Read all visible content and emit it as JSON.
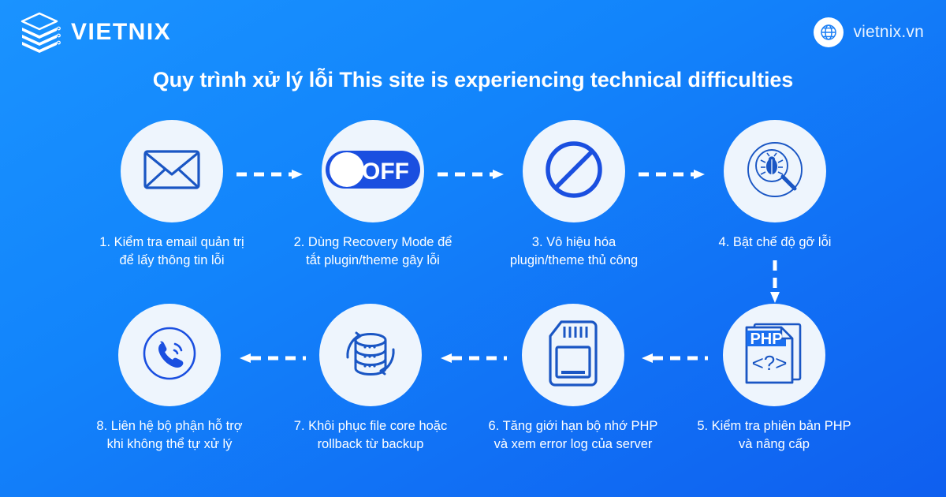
{
  "brand": {
    "logo_icon": "stacked-server-layers-icon",
    "name": "VIETNIX",
    "site_icon": "globe-icon",
    "site_url": "vietnix.vn"
  },
  "title": "Quy trình xử lý lỗi This site is experiencing technical difficulties",
  "colors": {
    "background_top": "#1a93ff",
    "background_bottom": "#0f5fef",
    "bubble_fill": "#eef5fd",
    "icon_stroke": "#1a56c4",
    "accent": "#1a5fe0",
    "text": "#ffffff"
  },
  "steps": [
    {
      "number": "1",
      "icon": "envelope-icon",
      "caption": "1. Kiểm tra email quản trị\nđể lấy thông tin lỗi"
    },
    {
      "number": "2",
      "icon": "toggle-off-icon",
      "toggle_label": "OFF",
      "caption": "2. Dùng Recovery Mode để\ntắt plugin/theme gây lỗi"
    },
    {
      "number": "3",
      "icon": "prohibited-circle-icon",
      "caption": "3. Vô hiệu hóa\nplugin/theme thủ công"
    },
    {
      "number": "4",
      "icon": "bug-magnifier-icon",
      "caption": "4. Bật chế độ gỡ lỗi"
    },
    {
      "number": "5",
      "icon": "php-file-icon",
      "icon_label": "PHP",
      "icon_code": "<?>",
      "caption": "5. Kiểm tra phiên bản PHP\nvà nâng cấp"
    },
    {
      "number": "6",
      "icon": "memory-card-icon",
      "caption": "6. Tăng giới hạn bộ nhớ PHP\nvà xem error log của server"
    },
    {
      "number": "7",
      "icon": "database-restore-icon",
      "caption": "7. Khôi phục file core hoặc\nrollback từ backup"
    },
    {
      "number": "8",
      "icon": "phone-support-icon",
      "caption": "8. Liên hệ bộ phận hỗ trợ\nkhi không thể tự xử lý"
    }
  ],
  "connectors": [
    {
      "name": "arrow-step1-to-step2",
      "direction": "right"
    },
    {
      "name": "arrow-step2-to-step3",
      "direction": "right"
    },
    {
      "name": "arrow-step3-to-step4",
      "direction": "right"
    },
    {
      "name": "arrow-step4-to-step5",
      "direction": "down"
    },
    {
      "name": "arrow-step5-to-step6",
      "direction": "left"
    },
    {
      "name": "arrow-step6-to-step7",
      "direction": "left"
    },
    {
      "name": "arrow-step7-to-step8",
      "direction": "left"
    }
  ]
}
